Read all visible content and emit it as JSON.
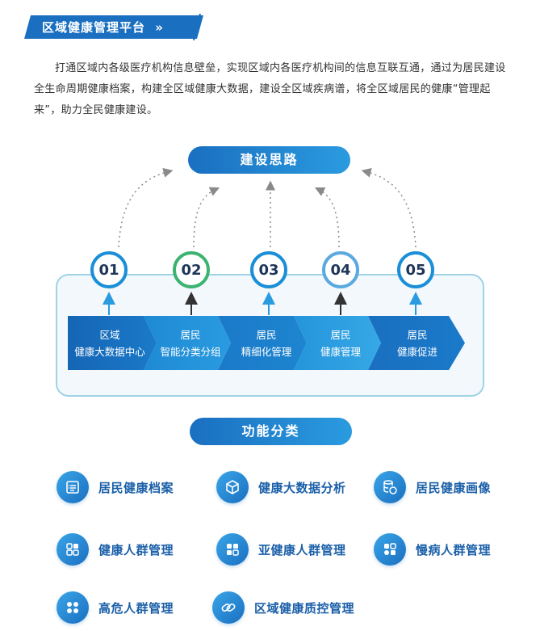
{
  "header": {
    "title": "区域健康管理平台",
    "chevrons": "»"
  },
  "intro": "打通区域内各级医疗机构信息壁垒，实现区域内各医疗机构间的信息互联互通，通过为居民建设全生命周期健康档案，构建全区域健康大数据，建设全区域疾病谱，将全区域居民的健康“管理起来”，助力全民健康建设。",
  "ideas": {
    "title": "建设思路",
    "steps": [
      {
        "num": "01",
        "line1": "区域",
        "line2": "健康大数据中心",
        "color": "#1a8fd8"
      },
      {
        "num": "02",
        "line1": "居民",
        "line2": "智能分类分组",
        "color": "#3cb371"
      },
      {
        "num": "03",
        "line1": "居民",
        "line2": "精细化管理",
        "color": "#1a8fd8"
      },
      {
        "num": "04",
        "line1": "居民",
        "line2": "健康管理",
        "color": "#5aa9e0"
      },
      {
        "num": "05",
        "line1": "居民",
        "line2": "健康促进",
        "color": "#1a8fd8"
      }
    ]
  },
  "functions": {
    "title": "功能分类",
    "items": [
      {
        "label": "居民健康档案",
        "icon": "file-list-icon"
      },
      {
        "label": "健康大数据分析",
        "icon": "cube-icon"
      },
      {
        "label": "居民健康画像",
        "icon": "database-icon"
      },
      {
        "label": "健康人群管理",
        "icon": "grid-icon"
      },
      {
        "label": "亚健康人群管理",
        "icon": "grid-dots-icon"
      },
      {
        "label": "慢病人群管理",
        "icon": "grid-dots-icon"
      },
      {
        "label": "高危人群管理",
        "icon": "dots-icon"
      },
      {
        "label": "区域健康质控管理",
        "icon": "link-icon"
      }
    ]
  },
  "colors": {
    "accent": "#1a6fc0",
    "light": "#2a9be0",
    "panel_border": "#9fd3e6"
  }
}
